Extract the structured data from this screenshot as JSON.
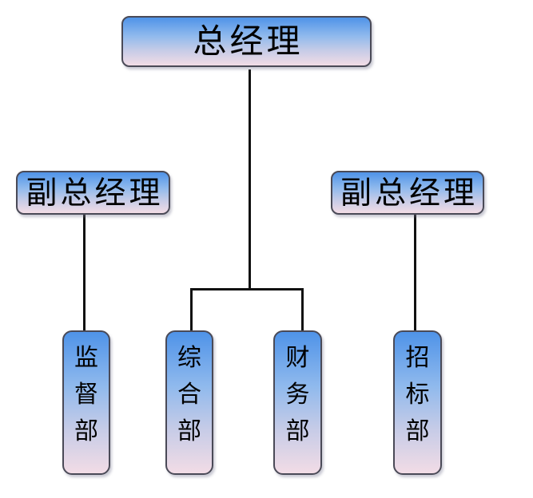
{
  "diagram": {
    "type": "org-chart",
    "nodes": {
      "general_manager": {
        "label": "总经理",
        "level": 1
      },
      "deputy_left": {
        "label": "副总经理",
        "level": 2
      },
      "deputy_right": {
        "label": "副总经理",
        "level": 2
      },
      "dept_supervision": {
        "label": "监督部",
        "level": 3
      },
      "dept_general": {
        "label": "综合部",
        "level": 3
      },
      "dept_finance": {
        "label": "财务部",
        "level": 3
      },
      "dept_bidding": {
        "label": "招标部",
        "level": 3
      }
    },
    "edges": [
      {
        "from": "general_manager",
        "to": "dept_general"
      },
      {
        "from": "general_manager",
        "to": "dept_finance"
      },
      {
        "from": "deputy_left",
        "to": "dept_supervision"
      },
      {
        "from": "deputy_right",
        "to": "dept_bidding"
      }
    ],
    "colors": {
      "background": "#FFFFFF",
      "node_gradient_top": "#4F93E8",
      "node_gradient_mid": "#8FB9ED",
      "node_gradient_lower": "#C5CBE7",
      "node_gradient_bottom": "#F2DCE6",
      "node_border": "#4A4A57",
      "connector": "#111111",
      "text": "#000000"
    }
  }
}
